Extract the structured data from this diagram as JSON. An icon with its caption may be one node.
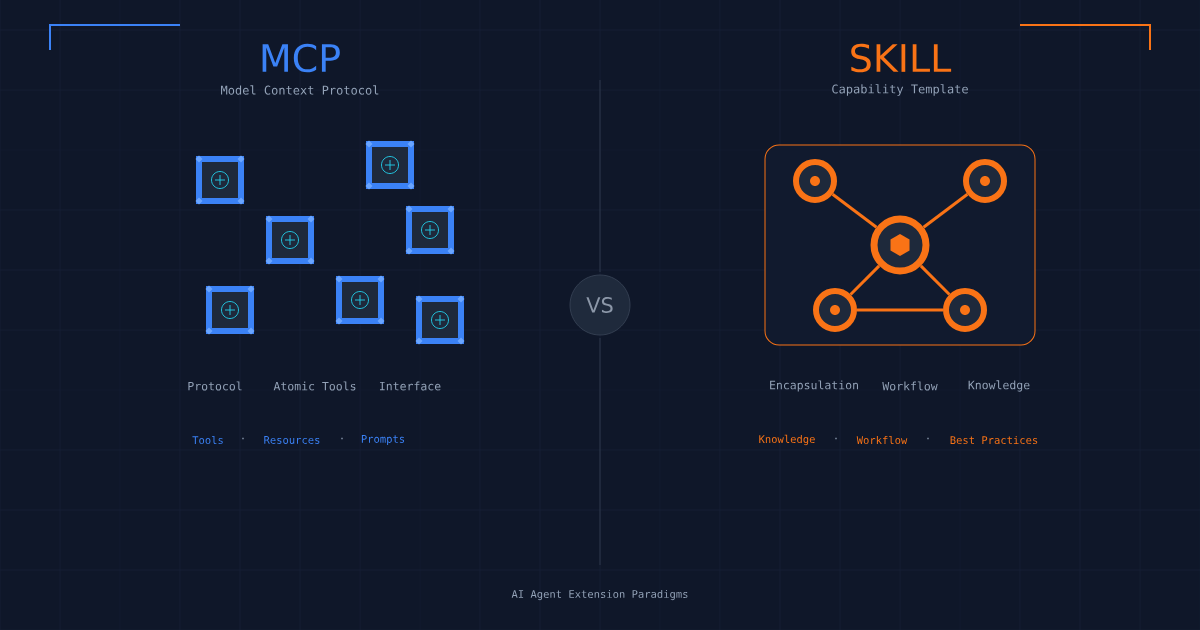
{
  "diagram": {
    "nodes": [
      {
        "text": [],
        "shape": "box"
      },
      {
        "text": [],
        "shape": "box"
      },
      {
        "text": [],
        "shape": "box"
      },
      {
        "text": [],
        "shape": "box"
      },
      {
        "text": [],
        "shape": "box"
      },
      {
        "text": [],
        "shape": "box"
      },
      {
        "text": [],
        "shape": "box"
      },
      {
        "text": [
          "VS"
        ]
      },
      {
        "text": [],
        "shape": "box"
      },
      {
        "text": [],
        "shape": "circle",
        "in": 8
      },
      {
        "text": [],
        "shape": "circle",
        "in": 8
      },
      {
        "text": [],
        "shape": "circle",
        "in": 8
      },
      {
        "text": [],
        "shape": "circle",
        "in": 8
      },
      {
        "text": [],
        "shape": "circle",
        "in": 8
      }
    ],
    "edges": [
      {
        "from": 11,
        "to": 9,
        "arrow": "none"
      },
      {
        "from": 11,
        "to": 10,
        "arrow": "none"
      },
      {
        "from": 11,
        "to": 12,
        "arrow": "none"
      },
      {
        "from": 11,
        "to": 13,
        "arrow": "none"
      },
      {
        "from": 12,
        "to": 13,
        "arrow": "none"
      }
    ],
    "labels": [
      "MCP",
      "Model Context Protocol",
      "SKILL",
      "Capability Template",
      "Protocol",
      "Atomic Tools",
      "Interface",
      "Encapsulation",
      "Workflow",
      "Knowledge",
      "Tools",
      "·",
      "Resources",
      "·",
      "Prompts",
      "Knowledge",
      "·",
      "Workflow",
      "·",
      "Best Practices",
      "AI Agent Extension Paradigms"
    ]
  }
}
